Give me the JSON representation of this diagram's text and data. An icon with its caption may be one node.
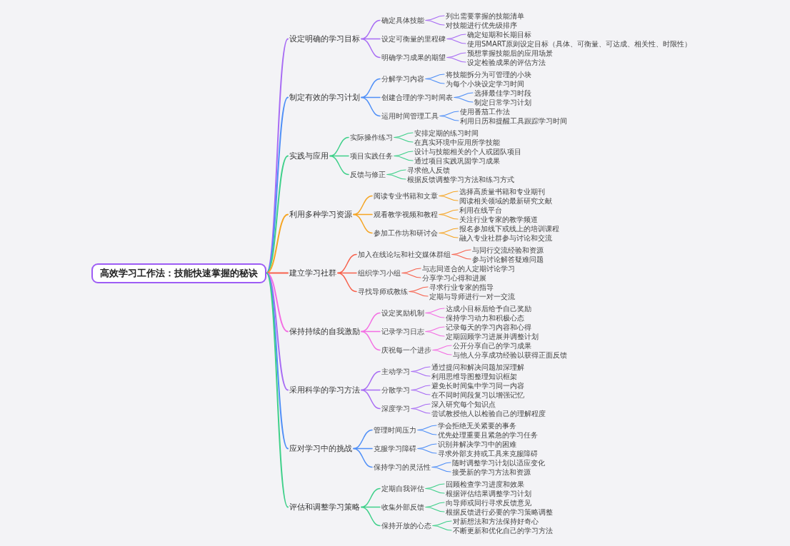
{
  "diagram": {
    "nodes": [
      {
        "text": [
          "高效学习工作法：技能快速掌握的秘诀"
        ]
      },
      {
        "text": [
          "设定明确的学习目标"
        ]
      },
      {
        "text": [
          "确定具体技能"
        ]
      },
      {
        "text": [
          "列出需要掌握的技能清单"
        ]
      },
      {
        "text": [
          "对技能进行优先级排序"
        ]
      },
      {
        "text": [
          "设定可衡量的里程碑"
        ]
      },
      {
        "text": [
          "确定短期和长期目标"
        ]
      },
      {
        "text": [
          "使用SMART原则设定目标（具体、可衡量、可达成、相关性、时限性）"
        ]
      },
      {
        "text": [
          "明确学习成果的期望"
        ]
      },
      {
        "text": [
          "预想掌握技能后的应用场景"
        ]
      },
      {
        "text": [
          "设定检验成果的评估方法"
        ]
      },
      {
        "text": [
          "制定有效的学习计划"
        ]
      },
      {
        "text": [
          "分解学习内容"
        ]
      },
      {
        "text": [
          "将技能拆分为可管理的小块"
        ]
      },
      {
        "text": [
          "为每个小块设定学习时间"
        ]
      },
      {
        "text": [
          "创建合理的学习时间表"
        ]
      },
      {
        "text": [
          "选择最佳学习时段"
        ]
      },
      {
        "text": [
          "制定日常学习计划"
        ]
      },
      {
        "text": [
          "运用时间管理工具"
        ]
      },
      {
        "text": [
          "使用番茄工作法"
        ]
      },
      {
        "text": [
          "利用日历和提醒工具跟踪学习时间"
        ]
      },
      {
        "text": [
          "实践与应用"
        ]
      },
      {
        "text": [
          "实际操作练习"
        ]
      },
      {
        "text": [
          "安排定期的练习时间"
        ]
      },
      {
        "text": [
          "在真实环境中应用所学技能"
        ]
      },
      {
        "text": [
          "项目实践任务"
        ]
      },
      {
        "text": [
          "设计与技能相关的个人或团队项目"
        ]
      },
      {
        "text": [
          "通过项目实践巩固学习成果"
        ]
      },
      {
        "text": [
          "反馈与修正"
        ]
      },
      {
        "text": [
          "寻求他人反馈"
        ]
      },
      {
        "text": [
          "根据反馈调整学习方法和练习方式"
        ]
      },
      {
        "text": [
          "利用多种学习资源"
        ]
      },
      {
        "text": [
          "阅读专业书籍和文章"
        ]
      },
      {
        "text": [
          "选择高质量书籍和专业期刊"
        ]
      },
      {
        "text": [
          "阅读相关领域的最新研究文献"
        ]
      },
      {
        "text": [
          "观看教学视频和教程"
        ]
      },
      {
        "text": [
          "利用在线平台"
        ]
      },
      {
        "text": [
          "关注行业专家的教学频道"
        ]
      },
      {
        "text": [
          "参加工作坊和研讨会"
        ]
      },
      {
        "text": [
          "报名参加线下或线上的培训课程"
        ]
      },
      {
        "text": [
          "融入专业社群参与讨论和交流"
        ]
      },
      {
        "text": [
          "建立学习社群"
        ]
      },
      {
        "text": [
          "加入在线论坛和社交媒体群组"
        ]
      },
      {
        "text": [
          "与同行交流经验和资源"
        ]
      },
      {
        "text": [
          "参与讨论解答疑难问题"
        ]
      },
      {
        "text": [
          "组织学习小组"
        ]
      },
      {
        "text": [
          "与志同道合的人定期讨论学习"
        ]
      },
      {
        "text": [
          "分享学习心得和进展"
        ]
      },
      {
        "text": [
          "寻找导师或教练"
        ]
      },
      {
        "text": [
          "寻求行业专家的指导"
        ]
      },
      {
        "text": [
          "定期与导师进行一对一交流"
        ]
      },
      {
        "text": [
          "保持持续的自我激励"
        ]
      },
      {
        "text": [
          "设定奖励机制"
        ]
      },
      {
        "text": [
          "达成小目标后给予自己奖励"
        ]
      },
      {
        "text": [
          "保持学习动力和积极心态"
        ]
      },
      {
        "text": [
          "记录学习日志"
        ]
      },
      {
        "text": [
          "记录每天的学习内容和心得"
        ]
      },
      {
        "text": [
          "定期回顾学习进展并调整计划"
        ]
      },
      {
        "text": [
          "庆祝每一个进步"
        ]
      },
      {
        "text": [
          "公开分享自己的学习成果"
        ]
      },
      {
        "text": [
          "与他人分享成功经验以获得正面反馈"
        ]
      },
      {
        "text": [
          "采用科学的学习方法"
        ]
      },
      {
        "text": [
          "主动学习"
        ]
      },
      {
        "text": [
          "通过提问和解决问题加深理解"
        ]
      },
      {
        "text": [
          "利用思维导图整理知识框架"
        ]
      },
      {
        "text": [
          "分散学习"
        ]
      },
      {
        "text": [
          "避免长时间集中学习同一内容"
        ]
      },
      {
        "text": [
          "在不同时间段复习以增强记忆"
        ]
      },
      {
        "text": [
          "深度学习"
        ]
      },
      {
        "text": [
          "深入研究每个知识点"
        ]
      },
      {
        "text": [
          "尝试教授他人以检验自己的理解程度"
        ]
      },
      {
        "text": [
          "应对学习中的挑战"
        ]
      },
      {
        "text": [
          "管理时间压力"
        ]
      },
      {
        "text": [
          "学会拒绝无关紧要的事务"
        ]
      },
      {
        "text": [
          "优先处理重要且紧急的学习任务"
        ]
      },
      {
        "text": [
          "克服学习障碍"
        ]
      },
      {
        "text": [
          "识别并解决学习中的困难"
        ]
      },
      {
        "text": [
          "寻求外部支持或工具来克服障碍"
        ]
      },
      {
        "text": [
          "保持学习的灵活性"
        ]
      },
      {
        "text": [
          "随时调整学习计划以适应变化"
        ]
      },
      {
        "text": [
          "接受新的学习方法和资源"
        ]
      },
      {
        "text": [
          "评估和调整学习策略"
        ]
      },
      {
        "text": [
          "定期自我评估"
        ]
      },
      {
        "text": [
          "回顾检查学习进度和效果"
        ]
      },
      {
        "text": [
          "根据评估结果调整学习计划"
        ]
      },
      {
        "text": [
          "收集外部反馈"
        ]
      },
      {
        "text": [
          "向导师或同行寻求反馈意见"
        ]
      },
      {
        "text": [
          "根据反馈进行必要的学习策略调整"
        ]
      },
      {
        "text": [
          "保持开放的心态"
        ]
      },
      {
        "text": [
          "对新想法和方法保持好奇心"
        ]
      },
      {
        "text": [
          "不断更新和优化自己的学习方法"
        ]
      }
    ],
    "edges": [
      {
        "from": 0,
        "to": 1,
        "arrow": "none",
        "color": "#a86cf4"
      },
      {
        "from": 1,
        "to": 2,
        "arrow": "none",
        "color": "#a86cf4"
      },
      {
        "from": 2,
        "to": 3,
        "arrow": "none",
        "color": "#a86cf4"
      },
      {
        "from": 2,
        "to": 4,
        "arrow": "none",
        "color": "#a86cf4"
      },
      {
        "from": 1,
        "to": 5,
        "arrow": "none",
        "color": "#a86cf4"
      },
      {
        "from": 5,
        "to": 6,
        "arrow": "none",
        "color": "#a86cf4"
      },
      {
        "from": 5,
        "to": 7,
        "arrow": "none",
        "color": "#a86cf4"
      },
      {
        "from": 1,
        "to": 8,
        "arrow": "none",
        "color": "#a86cf4"
      },
      {
        "from": 8,
        "to": 9,
        "arrow": "none",
        "color": "#a86cf4"
      },
      {
        "from": 8,
        "to": 10,
        "arrow": "none",
        "color": "#a86cf4"
      },
      {
        "from": 0,
        "to": 11,
        "arrow": "none",
        "color": "#4f8ff7"
      },
      {
        "from": 11,
        "to": 12,
        "arrow": "none",
        "color": "#4f8ff7"
      },
      {
        "from": 12,
        "to": 13,
        "arrow": "none",
        "color": "#4f8ff7"
      },
      {
        "from": 12,
        "to": 14,
        "arrow": "none",
        "color": "#4f8ff7"
      },
      {
        "from": 11,
        "to": 15,
        "arrow": "none",
        "color": "#4f8ff7"
      },
      {
        "from": 15,
        "to": 16,
        "arrow": "none",
        "color": "#4f8ff7"
      },
      {
        "from": 15,
        "to": 17,
        "arrow": "none",
        "color": "#4f8ff7"
      },
      {
        "from": 11,
        "to": 18,
        "arrow": "none",
        "color": "#4f8ff7"
      },
      {
        "from": 18,
        "to": 19,
        "arrow": "none",
        "color": "#4f8ff7"
      },
      {
        "from": 18,
        "to": 20,
        "arrow": "none",
        "color": "#4f8ff7"
      },
      {
        "from": 0,
        "to": 21,
        "arrow": "none",
        "color": "#3fd08a"
      },
      {
        "from": 21,
        "to": 22,
        "arrow": "none",
        "color": "#3fd08a"
      },
      {
        "from": 22,
        "to": 23,
        "arrow": "none",
        "color": "#3fd08a"
      },
      {
        "from": 22,
        "to": 24,
        "arrow": "none",
        "color": "#3fd08a"
      },
      {
        "from": 21,
        "to": 25,
        "arrow": "none",
        "color": "#3fd08a"
      },
      {
        "from": 25,
        "to": 26,
        "arrow": "none",
        "color": "#3fd08a"
      },
      {
        "from": 25,
        "to": 27,
        "arrow": "none",
        "color": "#3fd08a"
      },
      {
        "from": 21,
        "to": 28,
        "arrow": "none",
        "color": "#3fd08a"
      },
      {
        "from": 28,
        "to": 29,
        "arrow": "none",
        "color": "#3fd08a"
      },
      {
        "from": 28,
        "to": 30,
        "arrow": "none",
        "color": "#3fd08a"
      },
      {
        "from": 0,
        "to": 31,
        "arrow": "none",
        "color": "#f5a524"
      },
      {
        "from": 31,
        "to": 32,
        "arrow": "none",
        "color": "#f5a524"
      },
      {
        "from": 32,
        "to": 33,
        "arrow": "none",
        "color": "#f5a524"
      },
      {
        "from": 32,
        "to": 34,
        "arrow": "none",
        "color": "#f5a524"
      },
      {
        "from": 31,
        "to": 35,
        "arrow": "none",
        "color": "#f5a524"
      },
      {
        "from": 35,
        "to": 36,
        "arrow": "none",
        "color": "#f5a524"
      },
      {
        "from": 35,
        "to": 37,
        "arrow": "none",
        "color": "#f5a524"
      },
      {
        "from": 31,
        "to": 38,
        "arrow": "none",
        "color": "#f5a524"
      },
      {
        "from": 38,
        "to": 39,
        "arrow": "none",
        "color": "#f5a524"
      },
      {
        "from": 38,
        "to": 40,
        "arrow": "none",
        "color": "#f5a524"
      },
      {
        "from": 0,
        "to": 41,
        "arrow": "none",
        "color": "#f7614c"
      },
      {
        "from": 41,
        "to": 42,
        "arrow": "none",
        "color": "#f7614c"
      },
      {
        "from": 42,
        "to": 43,
        "arrow": "none",
        "color": "#f7614c"
      },
      {
        "from": 42,
        "to": 44,
        "arrow": "none",
        "color": "#f7614c"
      },
      {
        "from": 41,
        "to": 45,
        "arrow": "none",
        "color": "#f7614c"
      },
      {
        "from": 45,
        "to": 46,
        "arrow": "none",
        "color": "#f7614c"
      },
      {
        "from": 45,
        "to": 47,
        "arrow": "none",
        "color": "#f7614c"
      },
      {
        "from": 41,
        "to": 48,
        "arrow": "none",
        "color": "#f7614c"
      },
      {
        "from": 48,
        "to": 49,
        "arrow": "none",
        "color": "#f7614c"
      },
      {
        "from": 48,
        "to": 50,
        "arrow": "none",
        "color": "#f7614c"
      },
      {
        "from": 0,
        "to": 51,
        "arrow": "none",
        "color": "#f36ee3"
      },
      {
        "from": 51,
        "to": 52,
        "arrow": "none",
        "color": "#f36ee3"
      },
      {
        "from": 52,
        "to": 53,
        "arrow": "none",
        "color": "#f36ee3"
      },
      {
        "from": 52,
        "to": 54,
        "arrow": "none",
        "color": "#f36ee3"
      },
      {
        "from": 51,
        "to": 55,
        "arrow": "none",
        "color": "#f36ee3"
      },
      {
        "from": 55,
        "to": 56,
        "arrow": "none",
        "color": "#f36ee3"
      },
      {
        "from": 55,
        "to": 57,
        "arrow": "none",
        "color": "#f36ee3"
      },
      {
        "from": 51,
        "to": 58,
        "arrow": "none",
        "color": "#f36ee3"
      },
      {
        "from": 58,
        "to": 59,
        "arrow": "none",
        "color": "#f36ee3"
      },
      {
        "from": 58,
        "to": 60,
        "arrow": "none",
        "color": "#f36ee3"
      },
      {
        "from": 0,
        "to": 61,
        "arrow": "none",
        "color": "#a86cf4"
      },
      {
        "from": 61,
        "to": 62,
        "arrow": "none",
        "color": "#a86cf4"
      },
      {
        "from": 62,
        "to": 63,
        "arrow": "none",
        "color": "#a86cf4"
      },
      {
        "from": 62,
        "to": 64,
        "arrow": "none",
        "color": "#a86cf4"
      },
      {
        "from": 61,
        "to": 65,
        "arrow": "none",
        "color": "#a86cf4"
      },
      {
        "from": 65,
        "to": 66,
        "arrow": "none",
        "color": "#a86cf4"
      },
      {
        "from": 65,
        "to": 67,
        "arrow": "none",
        "color": "#a86cf4"
      },
      {
        "from": 61,
        "to": 68,
        "arrow": "none",
        "color": "#a86cf4"
      },
      {
        "from": 68,
        "to": 69,
        "arrow": "none",
        "color": "#a86cf4"
      },
      {
        "from": 68,
        "to": 70,
        "arrow": "none",
        "color": "#a86cf4"
      },
      {
        "from": 0,
        "to": 71,
        "arrow": "none",
        "color": "#4f8ff7"
      },
      {
        "from": 71,
        "to": 72,
        "arrow": "none",
        "color": "#4f8ff7"
      },
      {
        "from": 72,
        "to": 73,
        "arrow": "none",
        "color": "#4f8ff7"
      },
      {
        "from": 72,
        "to": 74,
        "arrow": "none",
        "color": "#4f8ff7"
      },
      {
        "from": 71,
        "to": 75,
        "arrow": "none",
        "color": "#4f8ff7"
      },
      {
        "from": 75,
        "to": 76,
        "arrow": "none",
        "color": "#4f8ff7"
      },
      {
        "from": 75,
        "to": 77,
        "arrow": "none",
        "color": "#4f8ff7"
      },
      {
        "from": 71,
        "to": 78,
        "arrow": "none",
        "color": "#4f8ff7"
      },
      {
        "from": 78,
        "to": 79,
        "arrow": "none",
        "color": "#4f8ff7"
      },
      {
        "from": 78,
        "to": 80,
        "arrow": "none",
        "color": "#4f8ff7"
      },
      {
        "from": 0,
        "to": 81,
        "arrow": "none",
        "color": "#3fd08a"
      },
      {
        "from": 81,
        "to": 82,
        "arrow": "none",
        "color": "#3fd08a"
      },
      {
        "from": 82,
        "to": 83,
        "arrow": "none",
        "color": "#3fd08a"
      },
      {
        "from": 82,
        "to": 84,
        "arrow": "none",
        "color": "#3fd08a"
      },
      {
        "from": 81,
        "to": 85,
        "arrow": "none",
        "color": "#3fd08a"
      },
      {
        "from": 85,
        "to": 86,
        "arrow": "none",
        "color": "#3fd08a"
      },
      {
        "from": 85,
        "to": 87,
        "arrow": "none",
        "color": "#3fd08a"
      },
      {
        "from": 81,
        "to": 88,
        "arrow": "none",
        "color": "#3fd08a"
      },
      {
        "from": 88,
        "to": 89,
        "arrow": "none",
        "color": "#3fd08a"
      },
      {
        "from": 88,
        "to": 90,
        "arrow": "none",
        "color": "#3fd08a"
      }
    ]
  }
}
